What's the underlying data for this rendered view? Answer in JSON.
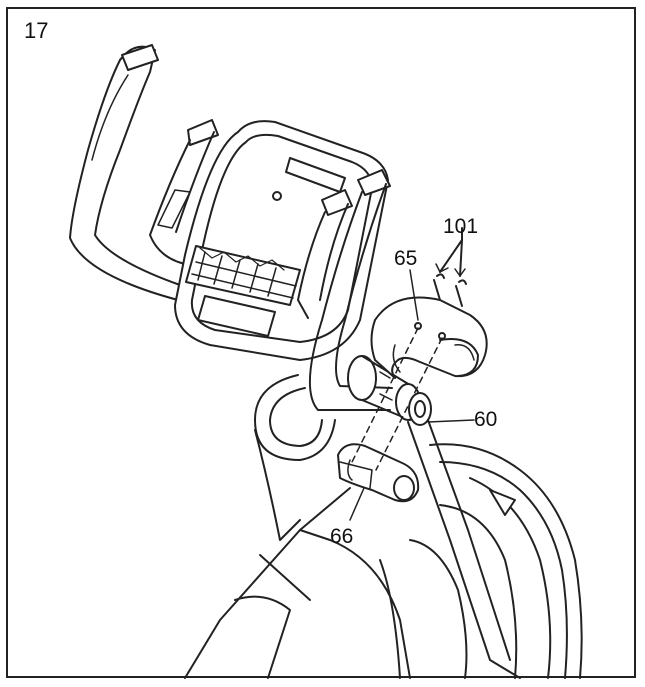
{
  "step": {
    "number": "17"
  },
  "callouts": {
    "p101": "101",
    "p65": "65",
    "p60": "60",
    "p66": "66"
  },
  "colors": {
    "line": "#222222",
    "fill": "#ffffff"
  }
}
